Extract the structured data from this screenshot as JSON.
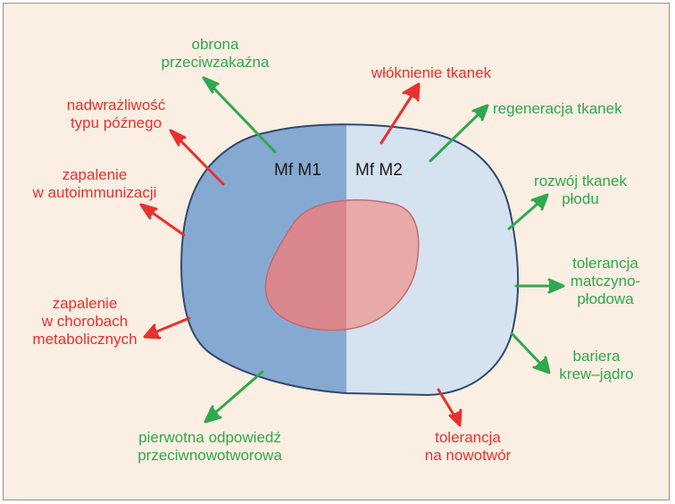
{
  "colors": {
    "background": "#fbeee2",
    "border": "#9a8f86",
    "m1_fill": "#86a9d2",
    "m2_fill": "#d5e2f0",
    "cell_outline": "#2e4a70",
    "nucleus_left": "#d9868c",
    "nucleus_right": "#e7aaa9",
    "red_arrow": "#e8312f",
    "green_arrow": "#2fa84f"
  },
  "cell": {
    "m1_label": "Mf M1",
    "m2_label": "Mf M2"
  },
  "labels": {
    "obrona": [
      "obrona",
      "przeciwzakaźna"
    ],
    "nadwrazliwosc": [
      "nadwrażliwość",
      "typu późnego"
    ],
    "zapalenie_auto": [
      "zapalenie",
      "w autoimmunizacji"
    ],
    "zapalenie_metab": [
      "zapalenie",
      "w chorobach",
      "metabolicznych"
    ],
    "pierwotna": [
      "pierwotna odpowiedź",
      "przeciwnowotworowa"
    ],
    "wloknienie": [
      "włóknienie tkanek"
    ],
    "regeneracja": [
      "regeneracja tkanek"
    ],
    "rozwoj": [
      "rozwój tkanek",
      "płodu"
    ],
    "tolerancja_mat": [
      "tolerancja",
      "matczyno-",
      "płodowa"
    ],
    "bariera": [
      "bariera",
      "krew–jądro"
    ],
    "tolerancja_now": [
      "tolerancja",
      "na nowotwór"
    ]
  }
}
